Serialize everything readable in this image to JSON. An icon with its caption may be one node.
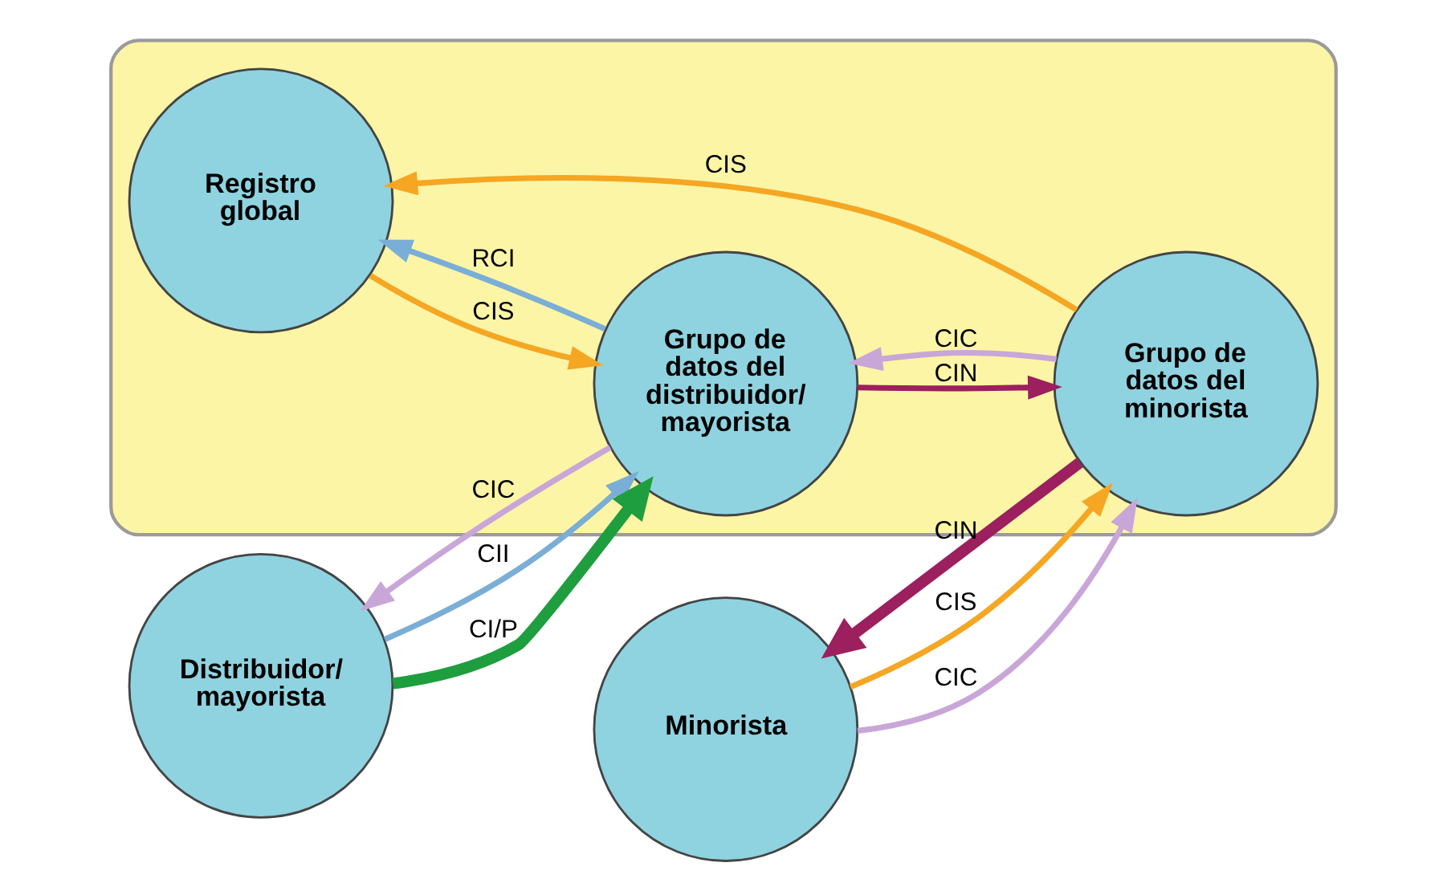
{
  "diagram": {
    "nodes": [
      {
        "text": [],
        "shape": "cloud"
      },
      {
        "text": [
          "Registro global"
        ],
        "in": 0
      },
      {
        "text": [
          "Grupo de datos del distribuidor/ mayorista"
        ],
        "in": 0
      },
      {
        "text": [
          "Grupo de datos del minorista"
        ],
        "in": 0
      },
      {
        "text": [
          "Distribuidor/ mayorista"
        ]
      },
      {
        "text": [
          "Minorista"
        ]
      }
    ],
    "edges": [
      {
        "from": 2,
        "to": 1,
        "arrow": "to",
        "label": "RCI",
        "color": "#7aaed6"
      },
      {
        "from": 1,
        "to": 2,
        "arrow": "to",
        "label": "CIS",
        "color": "#f5a623"
      },
      {
        "from": 3,
        "to": 1,
        "arrow": "to",
        "label": "CIS",
        "color": "#f5a623"
      },
      {
        "from": 2,
        "to": 3,
        "arrow": "to",
        "label": "CIN",
        "color": "#9c1f5e"
      },
      {
        "from": 3,
        "to": 2,
        "arrow": "to",
        "label": "CIC",
        "color": "#c9a6d8"
      },
      {
        "from": 4,
        "to": 2,
        "arrow": "to",
        "label": "CII",
        "color": "#7aaed6"
      },
      {
        "from": 4,
        "to": 2,
        "arrow": "to",
        "label": "CI/P",
        "style": "thick",
        "color": "#1e9e3e"
      },
      {
        "from": 2,
        "to": 4,
        "arrow": "to",
        "label": "CIC",
        "color": "#c9a6d8"
      },
      {
        "from": 3,
        "to": 5,
        "arrow": "to",
        "label": "CIN",
        "style": "thick",
        "color": "#9c1f5e"
      },
      {
        "from": 5,
        "to": 3,
        "arrow": "to",
        "label": "CIS",
        "color": "#f5a623"
      },
      {
        "from": 5,
        "to": 3,
        "arrow": "to",
        "label": "CIC",
        "color": "#c9a6d8"
      }
    ]
  }
}
